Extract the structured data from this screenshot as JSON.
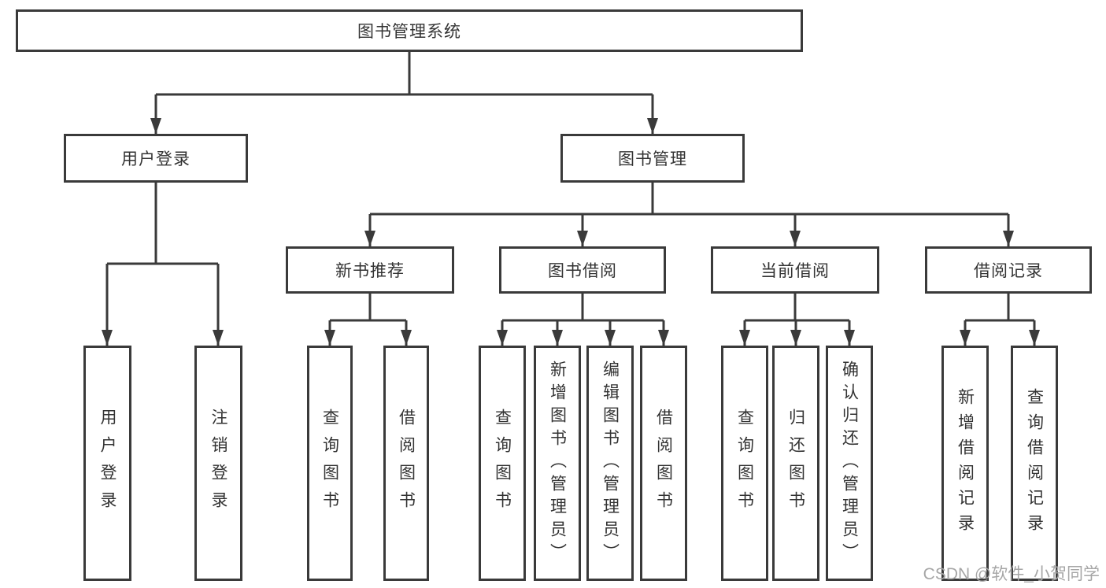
{
  "colors": {
    "line": "#3a3a3a",
    "text": "#333333",
    "watermark": "#a6a6a6",
    "background": "#ffffff"
  },
  "watermark": {
    "text": "CSDN @软件_小贺同学"
  },
  "tree": {
    "root": {
      "label": "图书管理系统"
    },
    "branches": [
      {
        "label": "用户登录",
        "children": [
          {
            "label": "用户登录"
          },
          {
            "label": "注销登录"
          }
        ]
      },
      {
        "label": "图书管理",
        "children": [
          {
            "label": "新书推荐",
            "children": [
              {
                "label": "查询图书"
              },
              {
                "label": "借阅图书"
              }
            ]
          },
          {
            "label": "图书借阅",
            "children": [
              {
                "label": "查询图书"
              },
              {
                "label": "新增图书（管理员）"
              },
              {
                "label": "编辑图书（管理员）"
              },
              {
                "label": "借阅图书"
              }
            ]
          },
          {
            "label": "当前借阅",
            "children": [
              {
                "label": "查询图书"
              },
              {
                "label": "归还图书"
              },
              {
                "label": "确认归还（管理员）"
              }
            ]
          },
          {
            "label": "借阅记录",
            "children": [
              {
                "label": "新增借阅记录"
              },
              {
                "label": "查询借阅记录"
              }
            ]
          }
        ]
      }
    ]
  }
}
